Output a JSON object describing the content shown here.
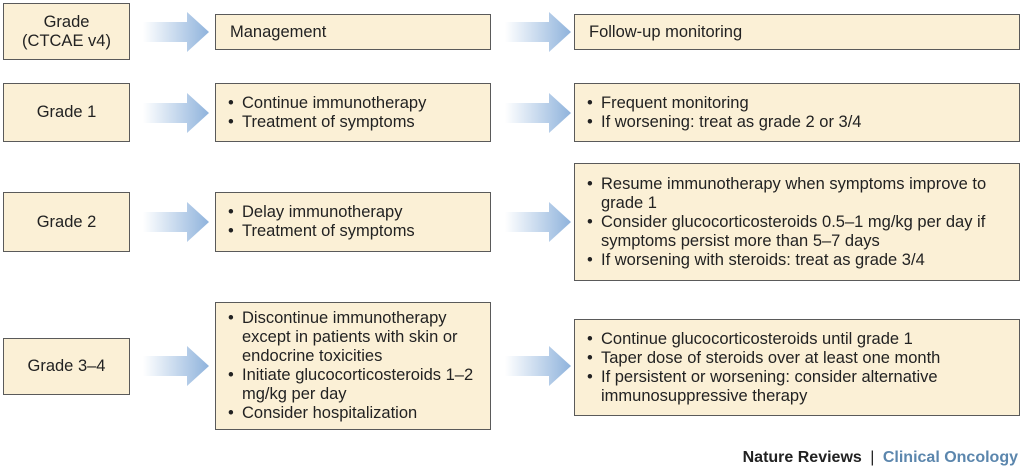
{
  "columns": {
    "grade_header": [
      "Grade",
      "(CTCAE v4)"
    ],
    "management_header": "Management",
    "followup_header": "Follow-up monitoring"
  },
  "rows": [
    {
      "grade": "Grade 1",
      "management": [
        "Continue immunotherapy",
        "Treatment of symptoms"
      ],
      "followup": [
        "Frequent monitoring",
        "If worsening: treat as grade 2 or 3/4"
      ]
    },
    {
      "grade": "Grade 2",
      "management": [
        "Delay immunotherapy",
        "Treatment of symptoms"
      ],
      "followup": [
        "Resume immunotherapy when symptoms improve to grade 1",
        "Consider glucocorticosteroids 0.5–1 mg/kg per day if symptoms persist more than 5–7 days",
        "If worsening with steroids: treat as grade 3/4"
      ]
    },
    {
      "grade": "Grade 3–4",
      "management": [
        "Discontinue immunotherapy except in patients with skin or endocrine toxicities",
        "Initiate glucocorticosteroids 1–2 mg/kg per day",
        "Consider hospitalization"
      ],
      "followup": [
        "Continue glucocorticosteroids until grade 1",
        "Taper dose of steroids over at least one month",
        "If persistent or worsening: consider alternative immunosuppressive therapy"
      ]
    }
  ],
  "footer": {
    "journal": "Nature Reviews",
    "separator": "|",
    "section": "Clinical Oncology"
  },
  "colors": {
    "box_fill": "#fbf0d6",
    "box_border": "#5a5a5a",
    "arrow_start": "#ffffff",
    "arrow_end": "#8fb3dc",
    "footer_accent": "#5b86ad"
  }
}
